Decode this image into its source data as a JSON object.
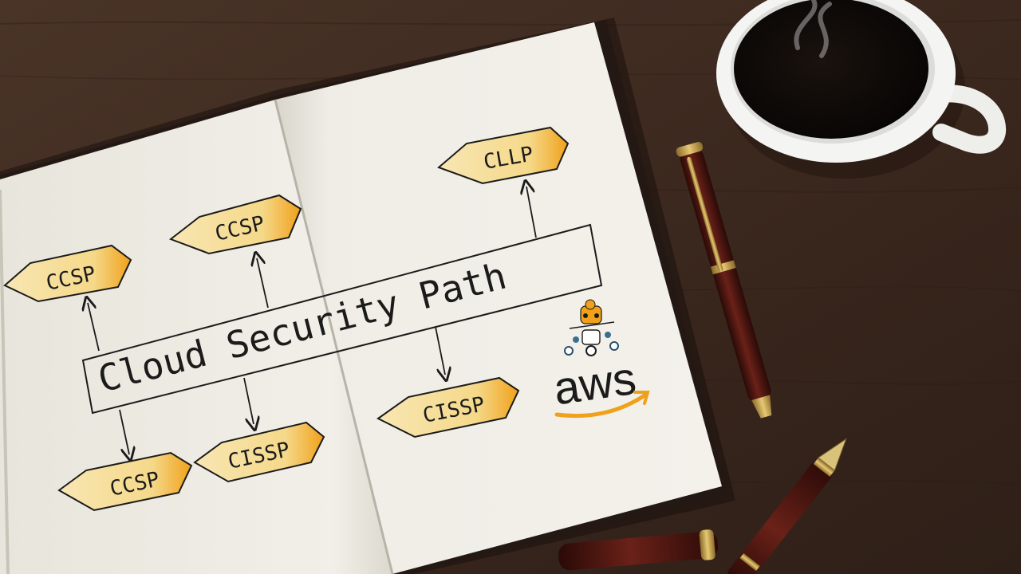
{
  "diagram": {
    "title": "Cloud Security Path",
    "badges": {
      "top_right": "CLLP",
      "left_upper": "CCSP",
      "mid_upper": "CCSP",
      "bottom_left": "CCSP",
      "bottom_mid": "CISSP",
      "right_mid": "CISSP"
    }
  },
  "logo": {
    "text": "aws",
    "smile_color": "#f0a11b"
  },
  "colors": {
    "desk": "#3e2a20",
    "paper": "#efede5",
    "badge_fill": "#f5d98a",
    "badge_edge": "#f0a11b",
    "ink": "#1b1b1b",
    "pen_body": "#4a1510",
    "gold": "#c9a248",
    "coffee": "#0d0907",
    "mug": "#f4f4f2"
  },
  "objects": [
    "notebook",
    "coffee-mug",
    "fountain-pen",
    "ballpoint-pen"
  ]
}
